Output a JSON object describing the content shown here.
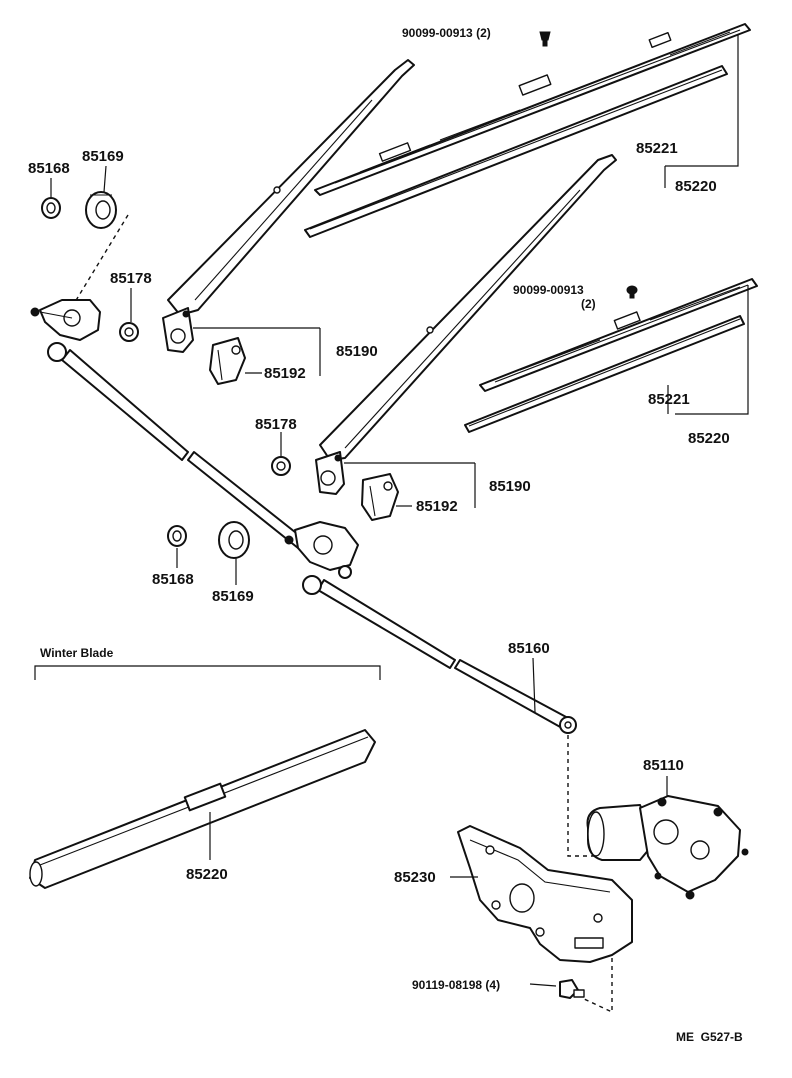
{
  "labels": {
    "clip_upper": "90099-00913 (2)",
    "clip_lower": "90099-00913",
    "clip_lower_qty": "(2)",
    "blade_assy_upper": "85220",
    "blade_upper": "85221",
    "blade_assy_lower": "85220",
    "blade_lower": "85221",
    "nut_upper": "85168",
    "bushing_upper": "85169",
    "cap_upper": "85178",
    "arm_assy_upper": "85190",
    "cover_upper": "85192",
    "cap_lower": "85178",
    "arm_assy_lower": "85190",
    "cover_lower": "85192",
    "nut_lower": "85168",
    "bushing_lower": "85169",
    "link": "85160",
    "motor": "85110",
    "bracket": "85230",
    "bolt": "90119-08198 (4)",
    "winter_title": "Winter Blade",
    "winter_blade": "85220",
    "ref_code": "ME  G527-B"
  }
}
